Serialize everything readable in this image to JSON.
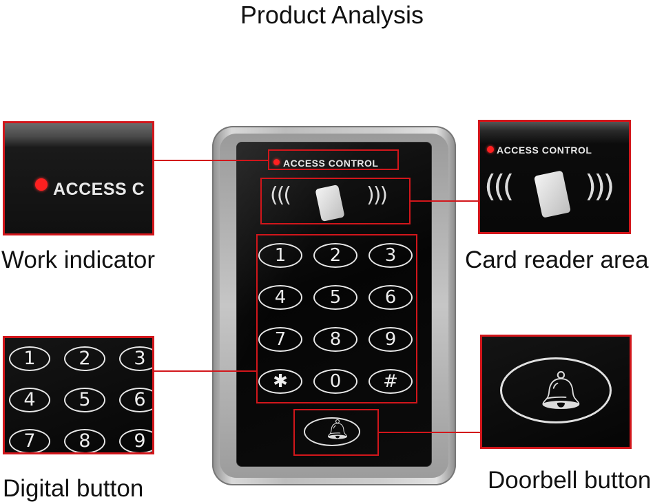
{
  "title": "Product Analysis",
  "labels": {
    "work_indicator": "Work indicator",
    "card_reader_area": "Card reader area",
    "digital_button": "Digital button",
    "doorbell_button": "Doorbell button"
  },
  "device": {
    "access_control_text": "ACCESS CONTROL",
    "keys": [
      "1",
      "2",
      "3",
      "4",
      "5",
      "6",
      "7",
      "8",
      "9",
      "✱",
      "0",
      "#"
    ]
  },
  "callouts": {
    "work_indicator_text": "ACCESS C",
    "card_reader_text": "ACCESS CONTROL",
    "digital_keys": [
      "1",
      "2",
      "3",
      "4",
      "5",
      "6",
      "7",
      "8",
      "9"
    ]
  },
  "colors": {
    "highlight": "#d2161b",
    "led": "#ff2020",
    "face": "#0b0b0b"
  }
}
